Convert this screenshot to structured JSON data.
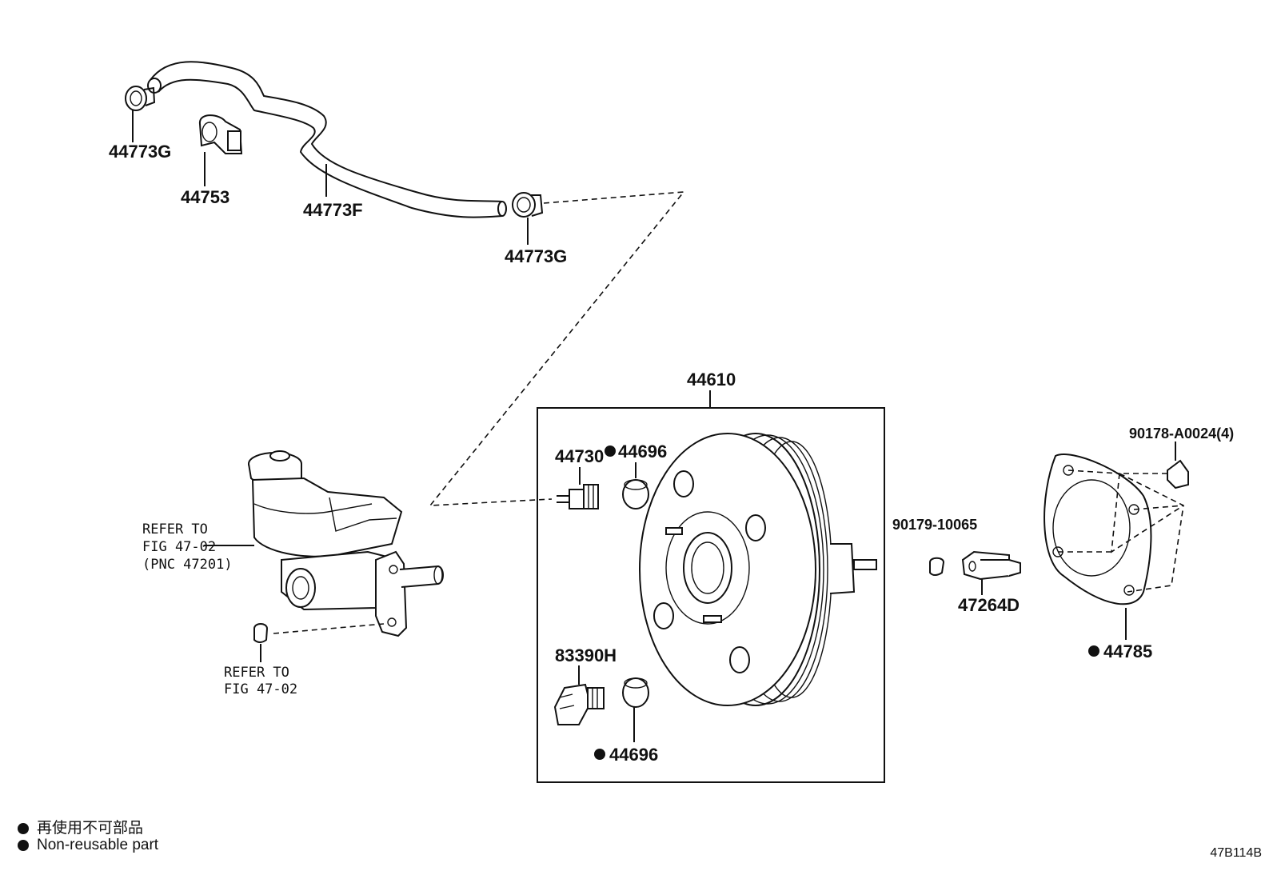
{
  "labels": {
    "clamp_upper": "44773G",
    "clip": "44753",
    "hose": "44773F",
    "clamp_lower": "44773G",
    "booster_assy": "44610",
    "check_valve": "44730",
    "grommet_upper": "44696",
    "sensor": "83390H",
    "grommet_lower": "44696",
    "nut_4": "90178-A0024(4)",
    "nut": "90179-10065",
    "clevis": "47264D",
    "gasket": "44785"
  },
  "refs": {
    "master_cyl": [
      "REFER TO",
      "FIG 47-02",
      "(PNC 47201)"
    ],
    "cap": [
      "REFER TO",
      "FIG 47-02"
    ]
  },
  "legend": {
    "line1": "再使用不可部品",
    "line2": "Non-reusable part"
  },
  "figure_code": "47B114B"
}
